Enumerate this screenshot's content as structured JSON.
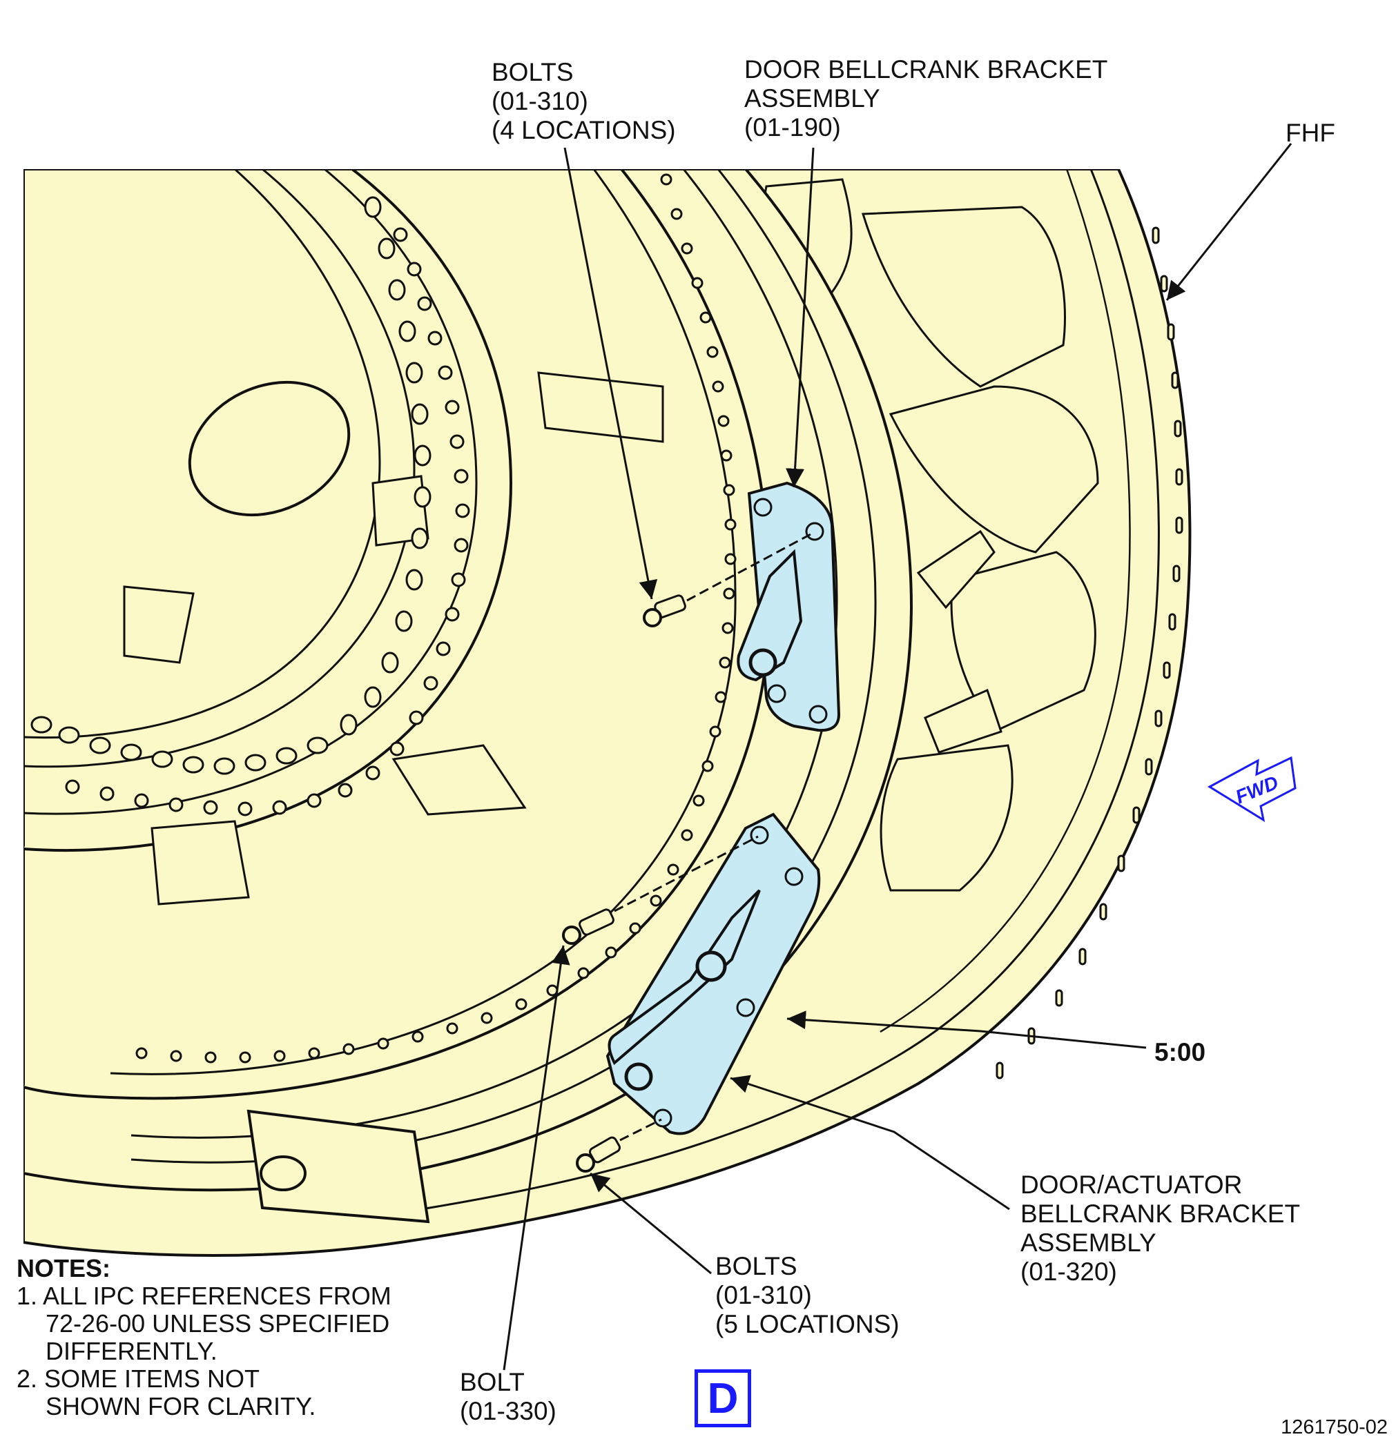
{
  "callouts": {
    "bolts_upper": [
      "BOLTS",
      "(01-310)",
      "(4 LOCATIONS)"
    ],
    "door_bellcrank": [
      "DOOR BELLCRANK BRACKET",
      "ASSEMBLY",
      "(01-190)"
    ],
    "fhf": "FHF",
    "clock_position": "5:00",
    "door_actuator": [
      "DOOR/ACTUATOR",
      "BELLCRANK BRACKET",
      "ASSEMBLY",
      "(01-320)"
    ],
    "bolts_lower": [
      "BOLTS",
      "(01-310)",
      "(5 LOCATIONS)"
    ],
    "bolt_single": [
      "BOLT",
      "(01-330)"
    ]
  },
  "fwd_label": "FWD",
  "view_label": "D",
  "drawing_number": "1261750-02",
  "notes": {
    "title": "NOTES:",
    "items": [
      [
        "1. ALL IPC REFERENCES FROM",
        "72-26-00 UNLESS SPECIFIED",
        "DIFFERENTLY."
      ],
      [
        "2. SOME ITEMS NOT",
        "SHOWN FOR CLARITY."
      ]
    ]
  },
  "colors": {
    "part_fill": "#fcf9c8",
    "highlight_fill": "#c7eaf4",
    "line": "#111111",
    "view_blue": "#1a1aff"
  }
}
